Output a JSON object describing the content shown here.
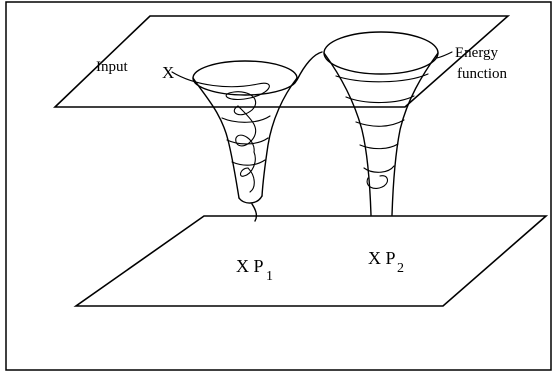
{
  "labels": {
    "input": "Input",
    "x": "X",
    "energy_line1": "Energy",
    "energy_line2": "function",
    "xp1_base": "X P",
    "xp1_sub": "1",
    "xp2_base": "X P",
    "xp2_sub": "2"
  }
}
